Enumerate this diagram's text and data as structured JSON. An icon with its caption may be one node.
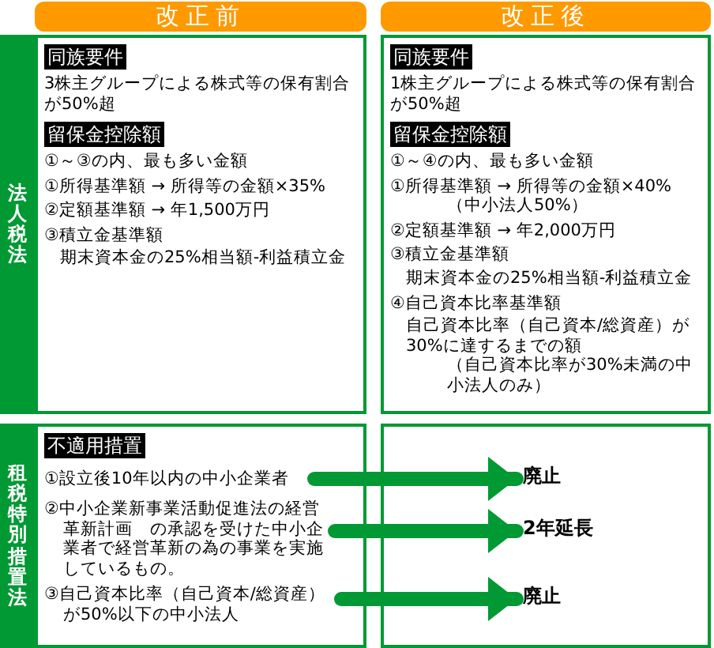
{
  "diagram": {
    "nodes": [
      {
        "text": [
          "改正前"
        ]
      },
      {
        "text": [
          "改正後"
        ]
      },
      {
        "text": [
          "法人税法"
        ]
      },
      {
        "text": [
          "同族要件",
          "3株主グループによる株式等の保有割合が50%超",
          "留保金控除額",
          "①～③の内、最も多い金額",
          "①所得基準額 → 所得等の金額×35%",
          "②定額基準額 → 年1,500万円",
          "③積立金基準額",
          "期末資本金の25%相当額-利益積立金"
        ]
      },
      {
        "text": [
          "同族要件",
          "1株主グループによる株式等の保有割合が50%超",
          "留保金控除額",
          "①～④の内、最も多い金額",
          "①所得基準額 → 所得等の金額×40%",
          "（中小法人50%）",
          "②定額基準額 → 年2,000万円",
          "③積立金基準額",
          "期末資本金の25%相当額-利益積立金",
          "④自己資本比率基準額",
          "自己資本比率（自己資本/総資産）が30%に達するまでの額",
          "（自己資本比率が30%未満の中小法人のみ）"
        ]
      },
      {
        "text": [
          "租税特別措置法"
        ]
      },
      {
        "text": [
          "不適用措置"
        ]
      },
      {
        "text": [
          "①設立後10年以内の中小企業者"
        ],
        "in": 6
      },
      {
        "text": [
          "②中小企業新事業活動促進法の経営革新計画　の承認を受けた中小企業者で経営革新の為の事業を実施しているもの。"
        ],
        "in": 6
      },
      {
        "text": [
          "③自己資本比率（自己資本/総資産）が50%以下の中小法人"
        ],
        "in": 6
      },
      {
        "text": [],
        "shape": "box"
      },
      {
        "text": [
          "廃止"
        ],
        "in": 10
      },
      {
        "text": [
          "2年延長"
        ],
        "in": 10
      },
      {
        "text": [
          "廃止"
        ],
        "in": 10
      }
    ],
    "edges": [
      {
        "from": 7,
        "to": 11,
        "arrow": "to"
      },
      {
        "from": 8,
        "to": 12,
        "arrow": "to"
      },
      {
        "from": 9,
        "to": 13,
        "arrow": "to"
      }
    ]
  }
}
